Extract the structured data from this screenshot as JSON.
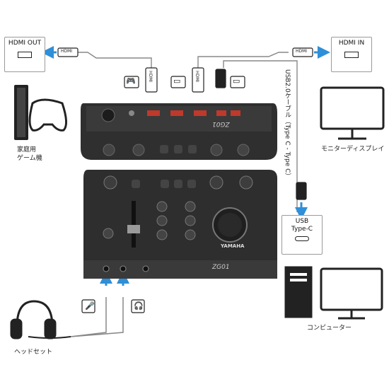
{
  "callouts": {
    "hdmi_out": "HDMI OUT",
    "hdmi_in": "HDMI IN",
    "usb_line1": "USB",
    "usb_line2": "Type-C"
  },
  "cable_labels": {
    "hdmi_left": "HDMI",
    "hdmi_right": "HDMI",
    "hdmi_plug_1": "HDMI",
    "hdmi_plug_2": "HDMI",
    "usb_cable": "USB2.0ケーブル（Type C - Type C）"
  },
  "devices": {
    "game_console_line1": "家庭用",
    "game_console_line2": "ゲーム機",
    "monitor": "モニターディスプレイ",
    "computer": "コンピューター",
    "headset": "ヘッドセット"
  },
  "mixer": {
    "brand": "YAMAHA",
    "model": "ZG01",
    "model_back": "ZG01"
  },
  "colors": {
    "arrow_blue": "#2f8fd8",
    "device_dark": "#2e2e2e",
    "port_red": "#c0392b",
    "cable_gray": "#888888"
  },
  "icons": [
    "tv-icon",
    "gamepad-icon",
    "monitor-icon",
    "computer-icon",
    "mic-icon",
    "headphones-icon",
    "hdmi-icon",
    "usb-c-icon"
  ]
}
